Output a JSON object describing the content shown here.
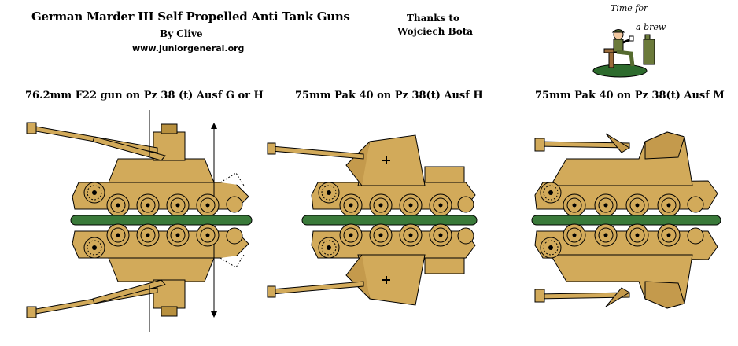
{
  "header": {
    "title": "German Marder III Self Propelled Anti Tank Guns",
    "author": "By Clive",
    "website": "www.juniorgeneral.org",
    "thanks_line1": "Thanks to",
    "thanks_line2": "Wojciech Bota"
  },
  "cartoon": {
    "caption_line1": "Time for",
    "caption_line2": "a brew"
  },
  "vehicles": [
    {
      "caption": "76.2mm F22 gun on Pz 38 (t) Ausf G or H"
    },
    {
      "caption": "75mm Pak 40 on Pz 38(t) Ausf H"
    },
    {
      "caption": "75mm Pak 40 on Pz 38(t) Ausf M"
    }
  ],
  "colors": {
    "sand": "#D2AA5A",
    "sand_dark": "#B8903E",
    "track_green": "#3A7A3A",
    "outline": "#000000"
  }
}
